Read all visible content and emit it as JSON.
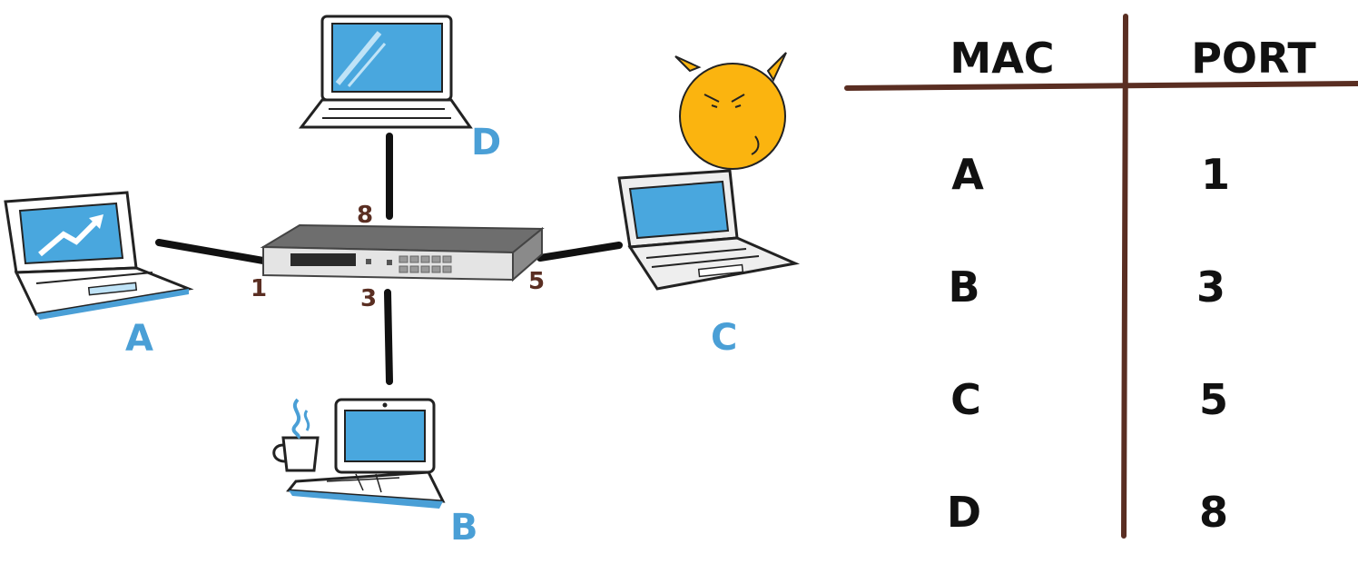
{
  "hosts": {
    "a": {
      "label": "A",
      "port": "1"
    },
    "b": {
      "label": "B",
      "port": "3"
    },
    "c": {
      "label": "C",
      "port": "5"
    },
    "d": {
      "label": "D",
      "port": "8"
    }
  },
  "mac_table": {
    "headers": {
      "mac": "MAC",
      "port": "PORT"
    },
    "rows": [
      {
        "mac": "A",
        "port": "1"
      },
      {
        "mac": "B",
        "port": "3"
      },
      {
        "mac": "C",
        "port": "5"
      },
      {
        "mac": "D",
        "port": "8"
      }
    ]
  },
  "colors": {
    "host_label": "#4a9fd6",
    "port_label": "#5a2e22",
    "table_lines": "#5a2e22",
    "screen": "#49a7de",
    "devil": "#fbb40f",
    "cable": "#111111"
  }
}
